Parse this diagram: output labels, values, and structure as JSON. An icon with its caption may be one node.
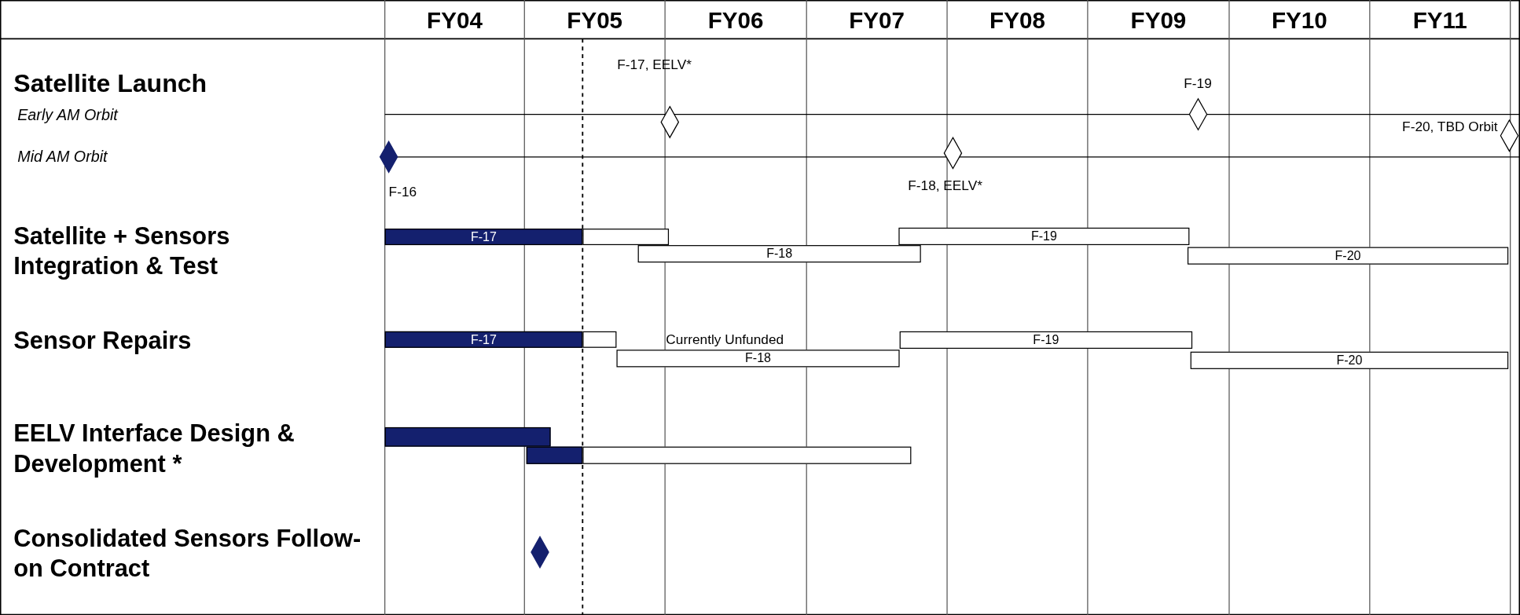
{
  "diagram": {
    "nodes": [
      {
        "text": [],
        "shape": "diamond",
        "beside": [
          "F-16"
        ]
      },
      {
        "text": [],
        "shape": "diamond",
        "beside": [
          "F-17, EELV*"
        ]
      },
      {
        "text": [],
        "shape": "diamond",
        "beside": [
          "F-18, EELV*"
        ]
      },
      {
        "text": [],
        "shape": "diamond",
        "beside": [
          "F-19"
        ]
      },
      {
        "text": [],
        "shape": "diamond",
        "beside": [
          "F-20, TBD Orbit"
        ]
      },
      {
        "text": [
          "F-17"
        ]
      },
      {
        "text": [],
        "shape": "bar"
      },
      {
        "text": [
          "F-18"
        ]
      },
      {
        "text": [
          "F-19"
        ]
      },
      {
        "text": [
          "F-20"
        ]
      },
      {
        "text": [
          "F-17"
        ]
      },
      {
        "text": [],
        "shape": "bar"
      },
      {
        "text": [
          "F-18"
        ]
      },
      {
        "text": [
          "F-19"
        ]
      },
      {
        "text": [
          "F-20"
        ]
      },
      {
        "text": [],
        "shape": "bar"
      },
      {
        "text": [],
        "shape": "bar"
      },
      {
        "text": [],
        "shape": "bar"
      },
      {
        "text": [],
        "shape": "diamond"
      }
    ],
    "edges": [],
    "labels": [
      "FY04",
      "FY05",
      "FY06",
      "FY07",
      "FY08",
      "FY09",
      "FY10",
      "FY11",
      "Satellite Launch",
      "Early AM Orbit",
      "Mid AM Orbit",
      "Satellite + Sensors Integration & Test",
      "Sensor Repairs",
      "Currently Unfunded",
      "EELV Interface Design & Development *",
      "Consolidated Sensors Follow-on Contract"
    ]
  }
}
